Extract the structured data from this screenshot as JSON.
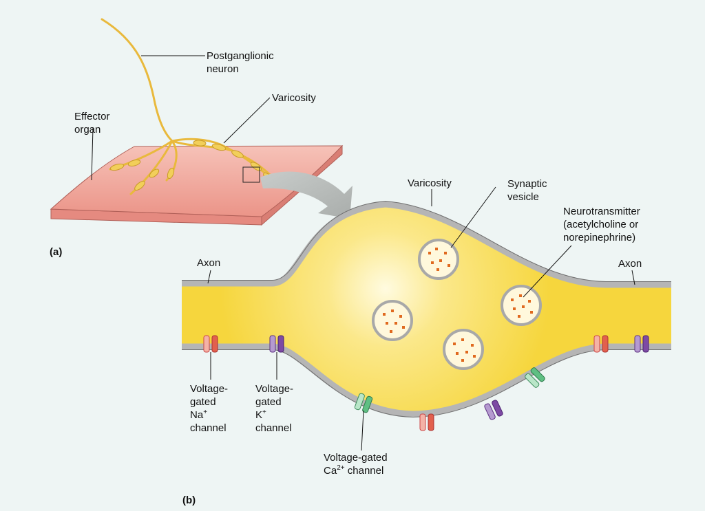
{
  "labels": {
    "postganglionic_neuron": [
      "Postganglionic",
      "neuron"
    ],
    "varicosity_a": "Varicosity",
    "effector_organ": [
      "Effector",
      "organ"
    ],
    "panel_a": "(a)",
    "panel_b": "(b)",
    "varicosity_b": "Varicosity",
    "synaptic_vesicle": [
      "Synaptic",
      "vesicle"
    ],
    "neurotransmitter": [
      "Neurotransmitter",
      "(acetylcholine or",
      "norepinephrine)"
    ],
    "axon_left": "Axon",
    "axon_right": "Axon",
    "na_channel": {
      "l1": "Voltage-",
      "l2": "gated",
      "l3a": "Na",
      "l3sup": "+",
      "l4": "channel"
    },
    "k_channel": {
      "l1": "Voltage-",
      "l2": "gated",
      "l3a": "K",
      "l3sup": "+",
      "l4": "channel"
    },
    "ca_channel": {
      "l1": "Voltage-gated",
      "l2a": "Ca",
      "l2sup": "2+",
      "l2b": " channel"
    }
  },
  "colors": {
    "background": "#eef5f4",
    "axoplasm": "#f8dc45",
    "membrane": "#b5b5b5",
    "tissue": "#f0a29a",
    "nerve": "#e9b93c",
    "vesicle_dot": "#e0691f",
    "na_channel": "#e2604d",
    "k_channel": "#7d4aa3",
    "ca_channel": "#5fbf83"
  }
}
